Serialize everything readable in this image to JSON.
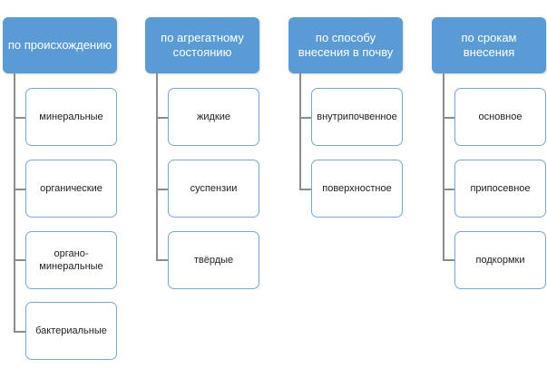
{
  "columns": [
    {
      "header": "по происхождению",
      "items": [
        "минеральные",
        "органические",
        "органо-минеральные",
        "бактериальные"
      ]
    },
    {
      "header": "по агрегатному состоянию",
      "items": [
        "жидкие",
        "суспензии",
        "твёрдые"
      ]
    },
    {
      "header": "по способу внесения в почву",
      "items": [
        "внутрипочвенное",
        "поверхностное"
      ]
    },
    {
      "header": "по срокам внесения",
      "items": [
        "основное",
        "припосевное",
        "подкормки"
      ]
    }
  ],
  "colors": {
    "header_fill": "#5b9bd5",
    "child_border": "#7aa6d6",
    "connector": "#8c8c8c"
  }
}
